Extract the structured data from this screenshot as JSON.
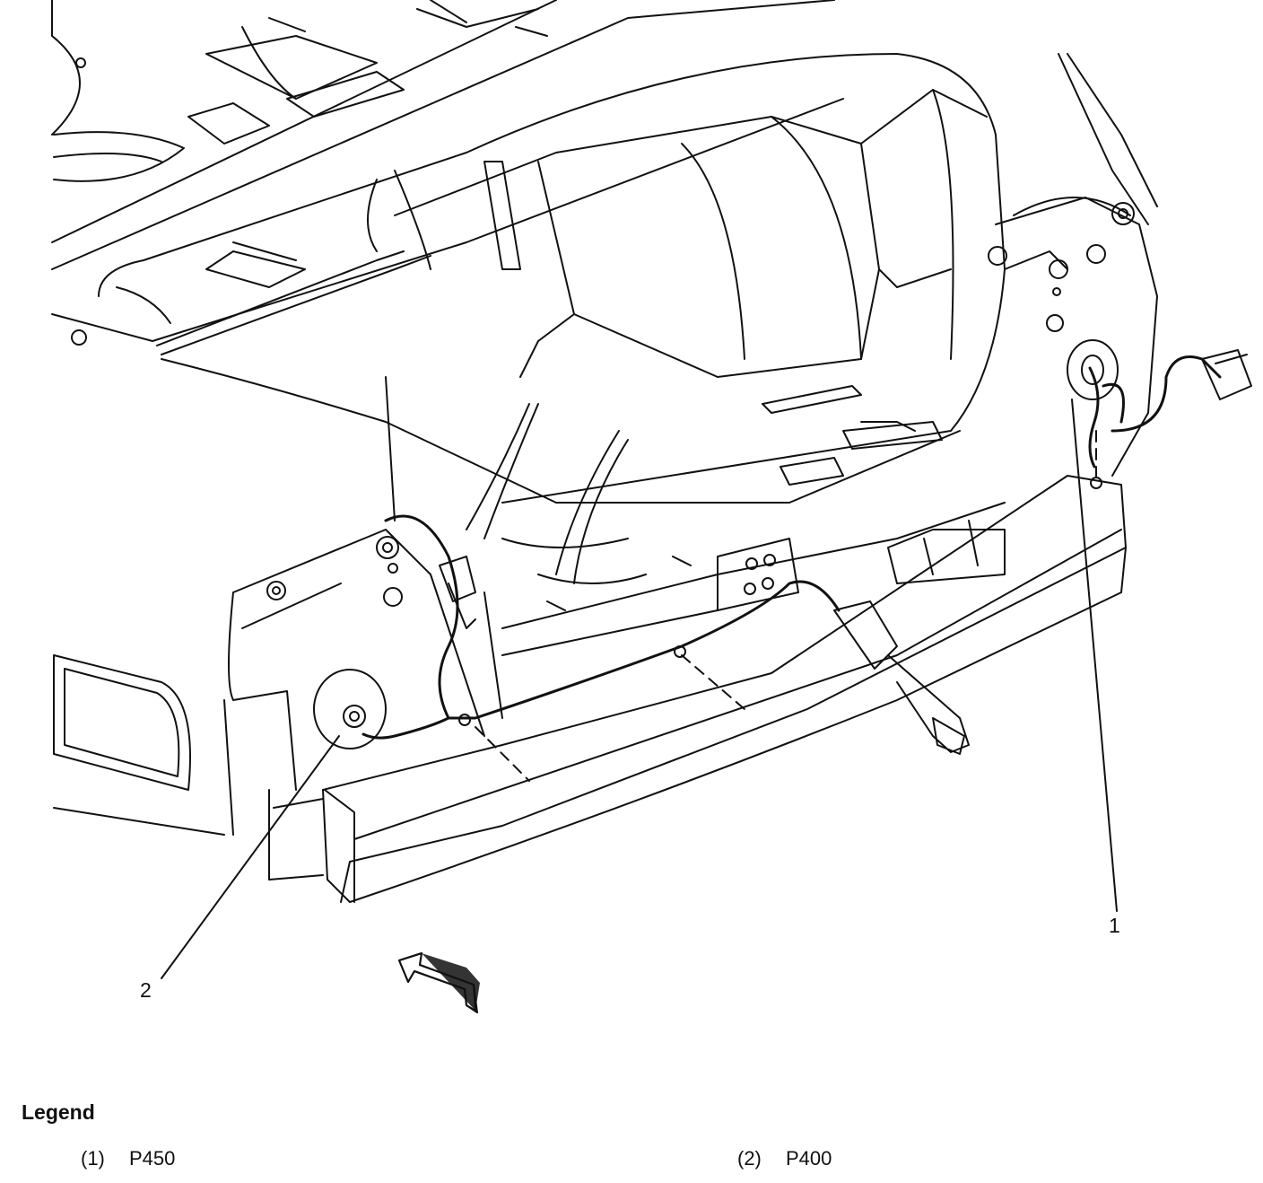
{
  "callouts": {
    "one": "1",
    "two": "2"
  },
  "legend": {
    "title": "Legend",
    "items": [
      {
        "number": "(1)",
        "label": "P450"
      },
      {
        "number": "(2)",
        "label": "P400"
      }
    ]
  },
  "icons": {
    "view_direction": "arrow-icon"
  },
  "colors": {
    "line": "#111111",
    "background": "#ffffff"
  }
}
